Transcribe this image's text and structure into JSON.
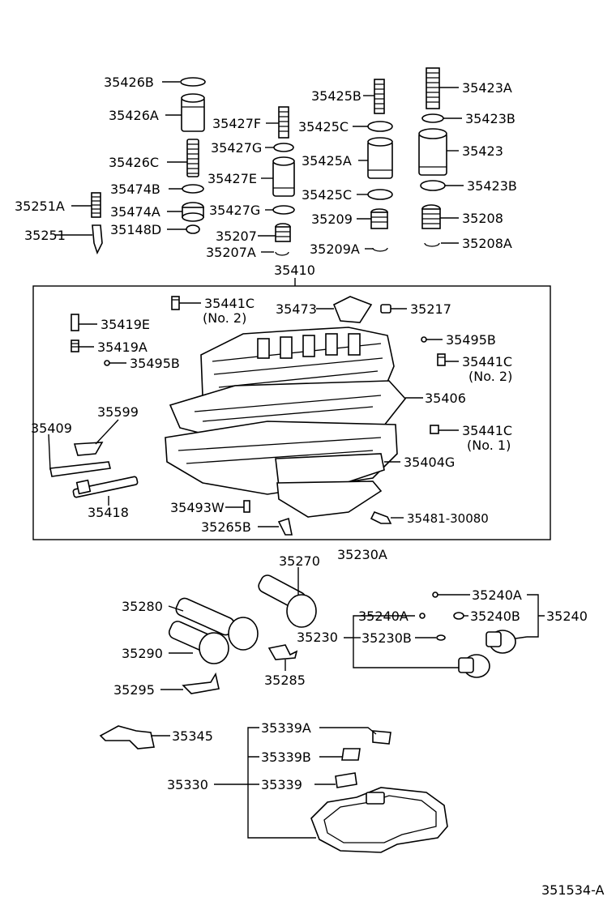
{
  "diagram": {
    "labels": {
      "p35426B": "35426B",
      "p35426A": "35426A",
      "p35426C": "35426C",
      "p35474B": "35474B",
      "p35474A": "35474A",
      "p35148D": "35148D",
      "p35251A": "35251A",
      "p35251": "35251",
      "p35427F": "35427F",
      "p35427G1": "35427G",
      "p35427E": "35427E",
      "p35427G2": "35427G",
      "p35207": "35207",
      "p35207A": "35207A",
      "p35425B": "35425B",
      "p35425C1": "35425C",
      "p35425A": "35425A",
      "p35425C2": "35425C",
      "p35209": "35209",
      "p35209A": "35209A",
      "p35423A": "35423A",
      "p35423B1": "35423B",
      "p35423": "35423",
      "p35423B2": "35423B",
      "p35208": "35208",
      "p35208A": "35208A",
      "p35410": "35410",
      "p35441C1": "35441C",
      "p35441C1n": "(No. 2)",
      "p35473": "35473",
      "p35217": "35217",
      "p35419E": "35419E",
      "p35419A": "35419A",
      "p35495B1": "35495B",
      "p35495B2": "35495B",
      "p35441C2": "35441C",
      "p35441C2n": "(No. 2)",
      "p35406": "35406",
      "p35599": "35599",
      "p35409": "35409",
      "p35441C3": "35441C",
      "p35441C3n": "(No. 1)",
      "p35404G": "35404G",
      "p35418": "35418",
      "p35493W": "35493W",
      "p35481": "35481-30080",
      "p35265B": "35265B",
      "p35230A": "35230A",
      "p35270": "35270",
      "p35280": "35280",
      "p35290": "35290",
      "p35295": "35295",
      "p35285": "35285",
      "p35230": "35230",
      "p35230B": "35230B",
      "p35240A1": "35240A",
      "p35240A2": "35240A",
      "p35240B": "35240B",
      "p35240": "35240",
      "p35345": "35345",
      "p35339A": "35339A",
      "p35339B": "35339B",
      "p35339": "35339",
      "p35330": "35330",
      "figure_id": "351534-A"
    }
  }
}
